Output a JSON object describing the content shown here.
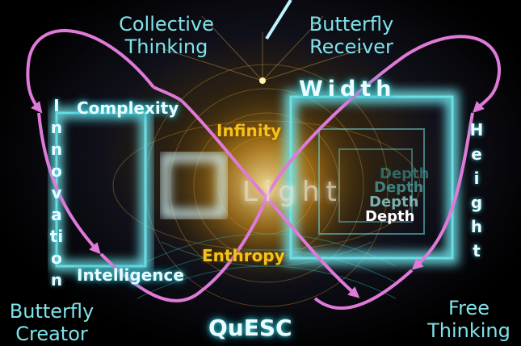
{
  "labels": {
    "collective_thinking": "Collective\nThinking",
    "butterfly_receiver": "Butterfly\nReceiver",
    "width": "Width",
    "complexity": "Complexity",
    "infinity": "Infinity",
    "light": "Light",
    "depth_1": "Depth",
    "depth_2": "Depth",
    "depth_3": "Depth",
    "depth_4": "Depth",
    "innovation": "Innovation",
    "height": "Height",
    "enthropy": "Enthropy",
    "intelligence": "Intelligence",
    "butterfly_creator": "Butterfly\nCreator",
    "quesc": "QuESC",
    "free_thinking": "Free\nThinking"
  },
  "colors": {
    "cyan_text": "#7fe3ea",
    "glow": "#36c6d4",
    "gold": "#f4c21a",
    "magenta_arrows": "#e07ad8"
  }
}
